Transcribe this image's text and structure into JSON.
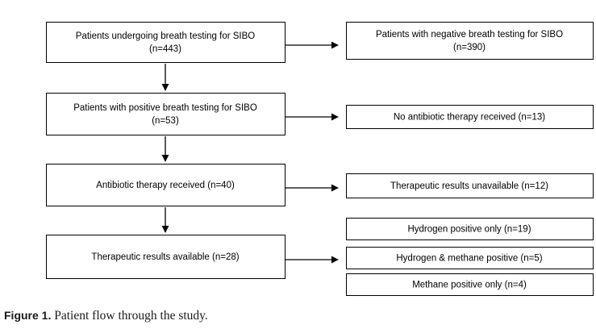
{
  "diagram": {
    "boxes": {
      "b1": [
        "Patients undergoing breath testing for SIBO",
        "(n=443)"
      ],
      "b2": [
        "Patients with positive breath testing for SIBO",
        "(n=53)"
      ],
      "b3": [
        "Antibiotic therapy received (n=40)"
      ],
      "b4": [
        "Therapeutic results available (n=28)"
      ],
      "r1": [
        "Patients with negative breath testing for SIBO",
        "(n=390)"
      ],
      "r2": [
        "No antibiotic therapy received (n=13)"
      ],
      "r3": [
        "Therapeutic results unavailable (n=12)"
      ],
      "r4": [
        "Hydrogen positive only (n=19)"
      ],
      "r5": [
        "Hydrogen & methane positive (n=5)"
      ],
      "r6": [
        "Methane positive only (n=4)"
      ]
    },
    "edges": [
      {
        "from": "b1",
        "to": "b2"
      },
      {
        "from": "b2",
        "to": "b3"
      },
      {
        "from": "b3",
        "to": "b4"
      },
      {
        "from": "b1",
        "to": "r1"
      },
      {
        "from": "b2",
        "to": "r2"
      },
      {
        "from": "b3",
        "to": "r3"
      },
      {
        "from": "b4",
        "to": "r5"
      }
    ]
  },
  "caption": {
    "label": "Figure 1.",
    "text": " Patient flow through the study."
  }
}
